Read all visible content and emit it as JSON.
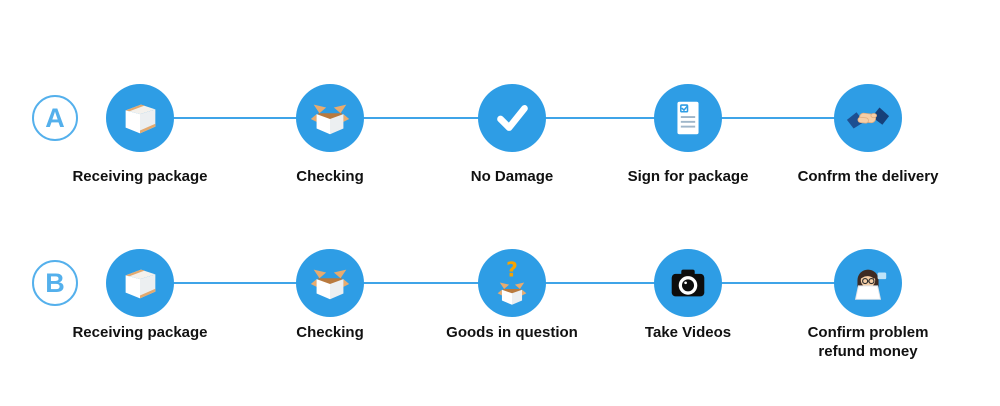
{
  "colors": {
    "circle_blue": "#2E9DE5",
    "line_blue": "#3FA4E8",
    "letter_blue": "#54B0EC",
    "text": "#111111",
    "question_orange": "#F5A300",
    "background": "#FFFFFF"
  },
  "icons": {
    "question_glyph": "?"
  },
  "rows": [
    {
      "label": "A",
      "steps": [
        {
          "name": "Receiving package",
          "icon": "closed-box"
        },
        {
          "name": "Checking",
          "icon": "open-box"
        },
        {
          "name": "No Damage",
          "icon": "checkmark"
        },
        {
          "name": "Sign for package",
          "icon": "document-sign"
        },
        {
          "name": "Confrm the delivery",
          "icon": "handshake"
        }
      ]
    },
    {
      "label": "B",
      "steps": [
        {
          "name": "Receiving package",
          "icon": "closed-box"
        },
        {
          "name": "Checking",
          "icon": "open-box"
        },
        {
          "name": "Goods in question",
          "icon": "question-box"
        },
        {
          "name": "Take Videos",
          "icon": "camera"
        },
        {
          "name": "Confirm problem refund money",
          "icon": "person-laptop"
        }
      ]
    }
  ]
}
